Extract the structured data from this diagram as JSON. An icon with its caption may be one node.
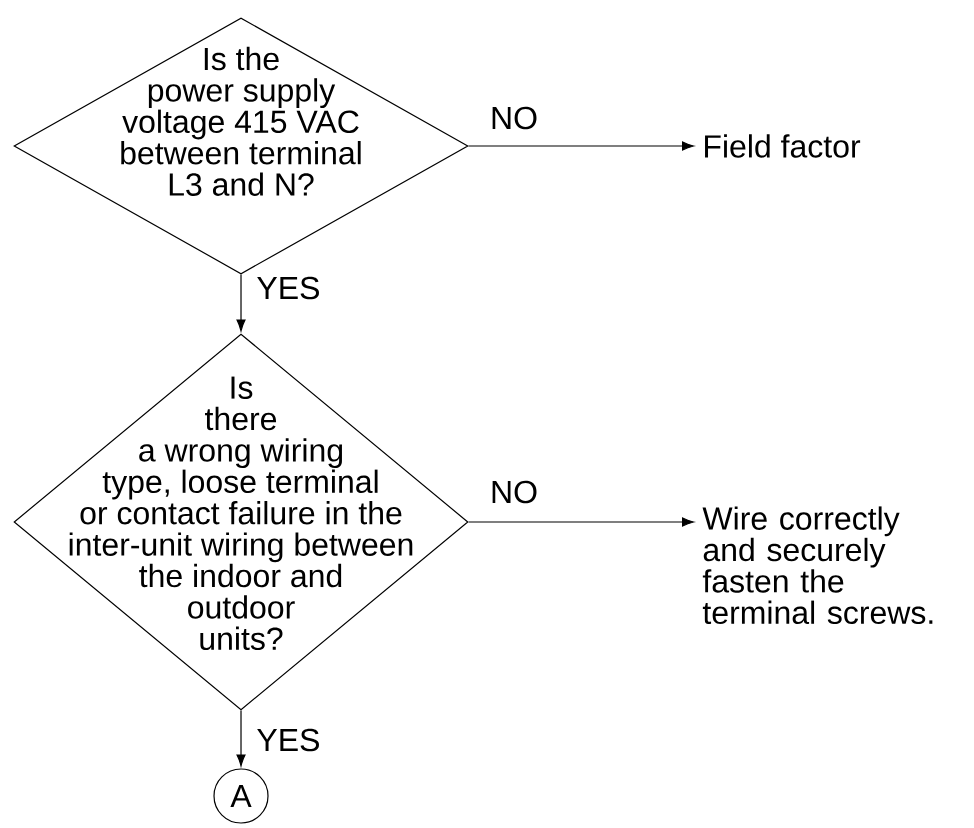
{
  "diagram": {
    "nodes": [
      {
        "text": [
          "Is the power supply voltage 415 VAC between terminal L3 and N?"
        ]
      },
      {
        "text": [
          "Field factor"
        ]
      },
      {
        "text": [
          "Is there a wrong wiring type, loose terminal or contact failure in the inter-unit wiring between the indoor and outdoor units?"
        ]
      },
      {
        "text": [
          "Wire correctly and securely fasten the terminal screws."
        ]
      },
      {
        "text": [
          "A"
        ]
      }
    ],
    "edges": [
      {
        "from": 0,
        "to": 1,
        "arrow": "to",
        "label": "NO"
      },
      {
        "from": 0,
        "to": 2,
        "arrow": "to",
        "label": "YES"
      },
      {
        "from": 2,
        "to": 3,
        "arrow": "to",
        "label": "NO"
      },
      {
        "from": 2,
        "to": 4,
        "arrow": "to",
        "label": "YES"
      }
    ]
  }
}
